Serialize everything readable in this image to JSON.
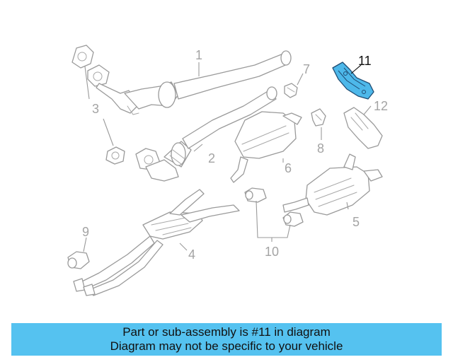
{
  "diagram": {
    "highlight_color": "#4db8ea",
    "outline_color": "#9a9a9a",
    "callouts": {
      "c1": "1",
      "c2": "2",
      "c3": "3",
      "c4": "4",
      "c5": "5",
      "c6": "6",
      "c7": "7",
      "c8": "8",
      "c9": "9",
      "c10": "10",
      "c11": "11",
      "c12": "12"
    }
  },
  "banner": {
    "background": "#55c2f0",
    "line1": "Part or sub-assembly is #11 in diagram",
    "line2": "Diagram may not be specific to your vehicle"
  }
}
